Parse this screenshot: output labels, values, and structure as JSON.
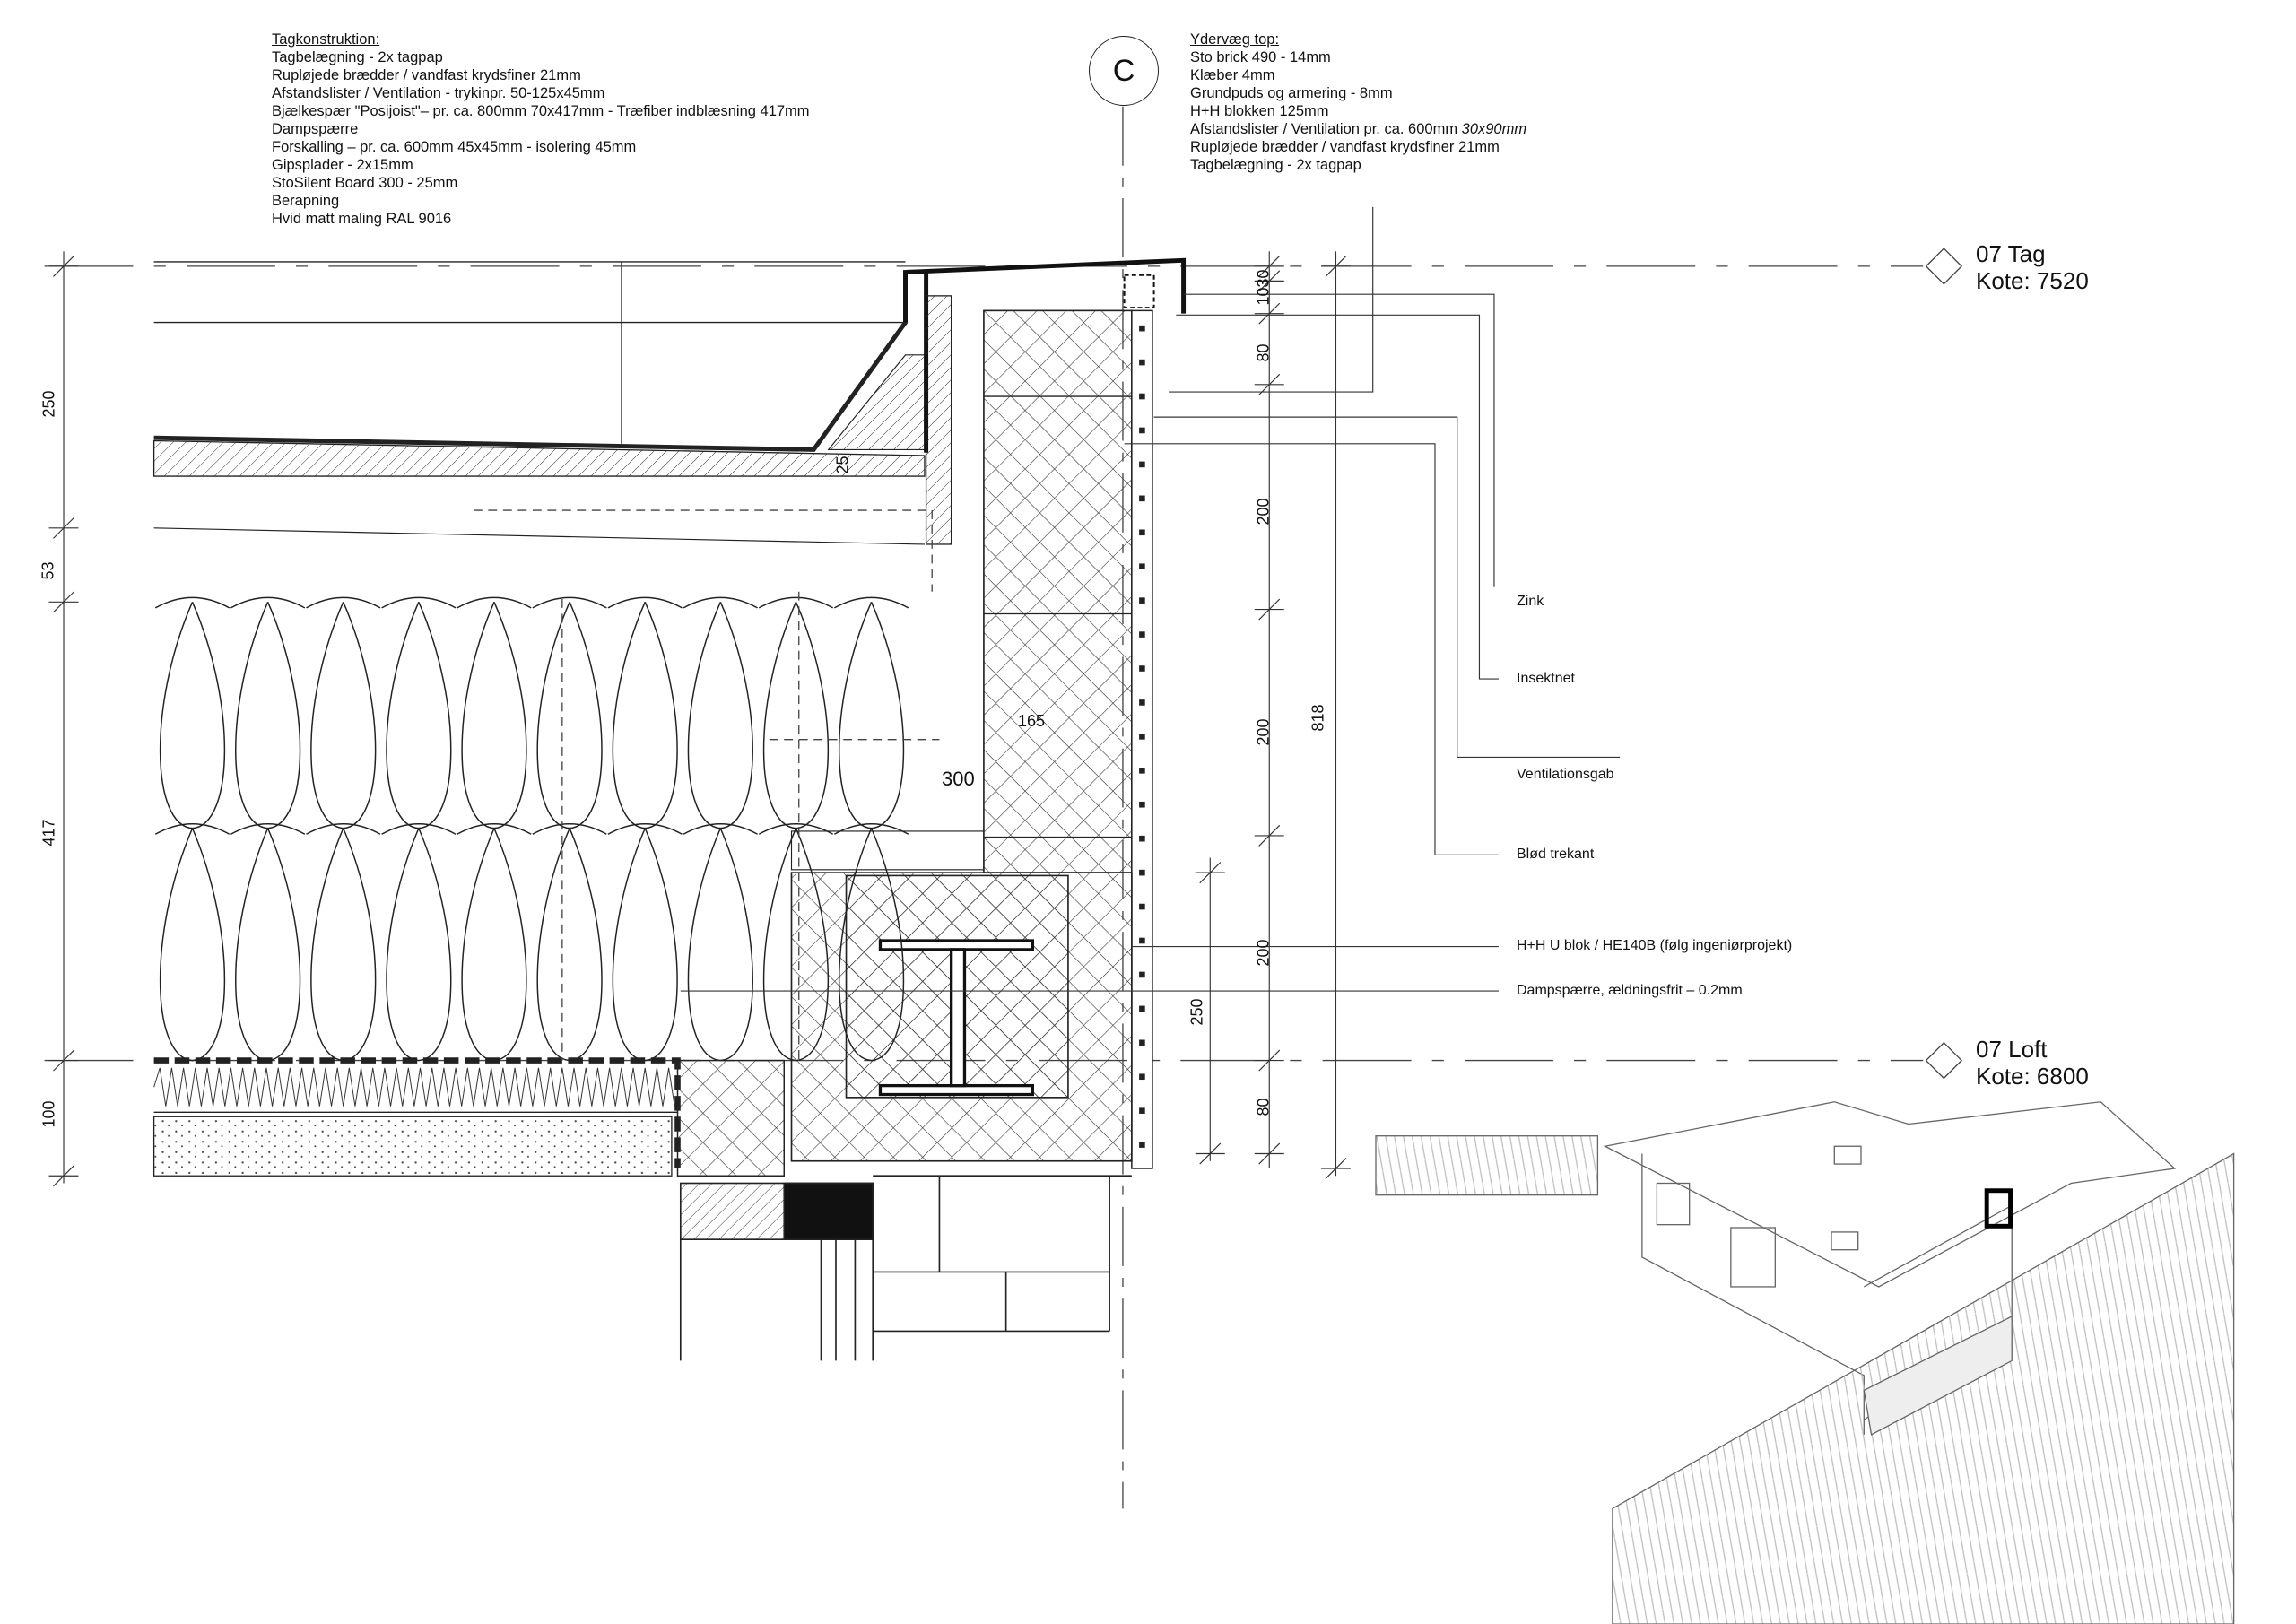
{
  "roof_notes": {
    "heading": "Tagkonstruktion:",
    "lines": [
      "Tagbelægning - 2x tagpap",
      "Rupløjede brædder / vandfast krydsfiner 21mm",
      "Afstandslister / Ventilation - trykinpr. 50-125x45mm",
      "Bjælkespær \"Posijoist\"– pr. ca. 800mm 70x417mm - Træfiber indblæsning 417mm",
      "Dampspærre",
      "Forskalling – pr. ca. 600mm 45x45mm - isolering 45mm",
      "Gipsplader - 2x15mm",
      "StoSilent Board 300 - 25mm",
      "Berapning",
      "Hvid matt maling RAL 9016"
    ]
  },
  "wall_notes": {
    "heading": "Ydervæg top:",
    "lines": [
      "Sto brick 490 - 14mm",
      "Klæber 4mm",
      "Grundpuds og armering - 8mm",
      "H+H blokken 125mm"
    ],
    "line5_prefix": "Afstandslister / Ventilation pr. ca. 600mm ",
    "line5_italic": "30x90mm",
    "lines_after": [
      "Rupløjede brædder / vandfast krydsfiner 21mm",
      "Tagbelægning - 2x tagpap"
    ]
  },
  "grid_label": "C",
  "levels": [
    {
      "name": "07 Tag",
      "kote": "Kote: 7520"
    },
    {
      "name": "07 Loft",
      "kote": "Kote: 6800"
    }
  ],
  "callouts": [
    "Zink",
    "Insektnet",
    "Ventilationsgab",
    "Blød trekant",
    "H+H U blok / HE140B (følg ingeniørprojekt)",
    "Dampspærre, ældningsfrit – 0.2mm"
  ],
  "dimensions": {
    "left": [
      "250",
      "53",
      "417",
      "100"
    ],
    "right": [
      "30",
      "10",
      "80",
      "200",
      "200",
      "200",
      "80"
    ],
    "overall": "818",
    "inner": "250",
    "detail": [
      "25",
      "165",
      "300"
    ]
  }
}
